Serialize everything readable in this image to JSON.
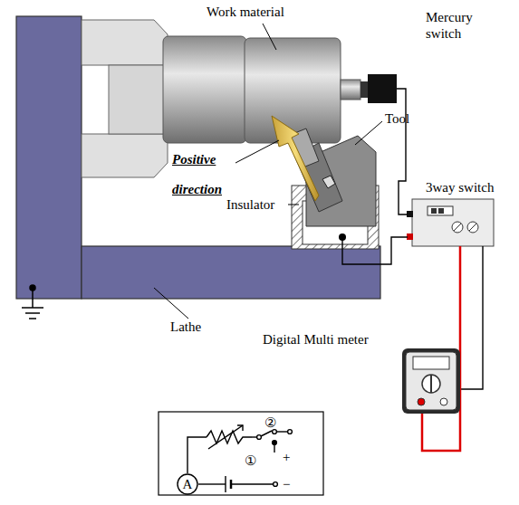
{
  "diagram": {
    "nodes": [
      {
        "text": [
          "A"
        ]
      }
    ],
    "labels": [
      "Work material",
      "Mercury switch",
      "Tool",
      "Positive direction",
      "3way switch",
      "Insulator",
      "Lathe",
      "Digital Multi meter",
      "②",
      "+",
      "①",
      "−"
    ]
  }
}
